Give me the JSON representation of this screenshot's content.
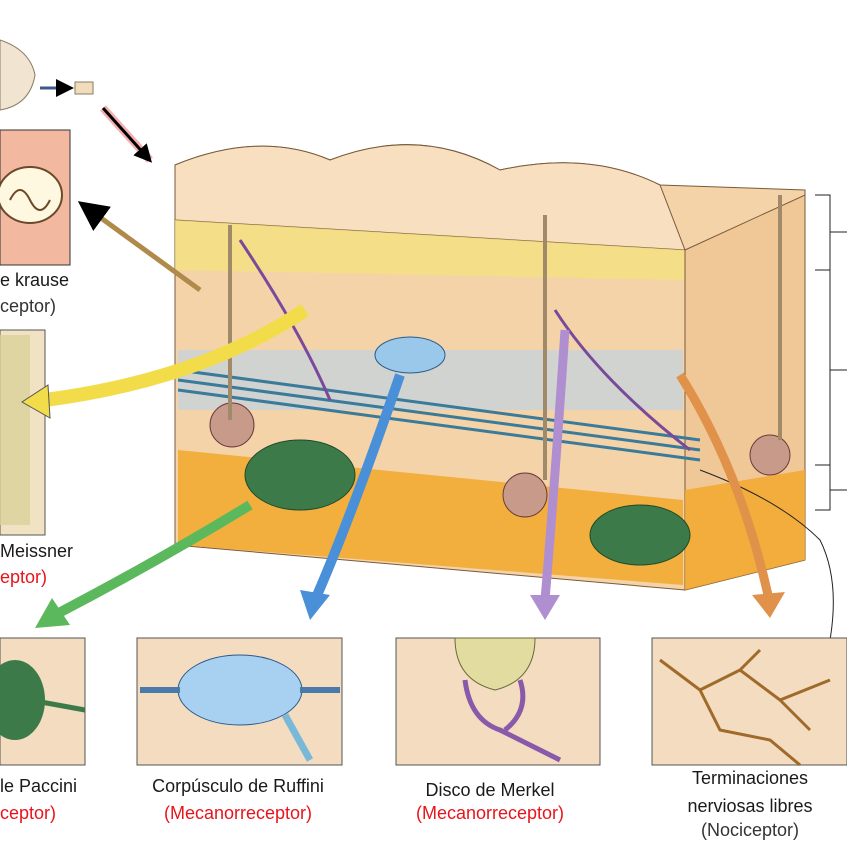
{
  "labels": {
    "krause": {
      "name": "e krause",
      "type": "ceptor)"
    },
    "meissner": {
      "name": "Meissner",
      "type": "eptor)"
    },
    "paccini": {
      "name": "le Paccini",
      "type": "ceptor)"
    },
    "ruffini": {
      "name": "Corpúsculo de Ruffini",
      "type": "(Mecanorreceptor)"
    },
    "merkel": {
      "name": "Disco de Merkel",
      "type": "(Mecanorreceptor)"
    },
    "free_endings": {
      "name_line1": "Terminaciones",
      "name_line2": "nerviosas libres",
      "type": "(Nociceptor)"
    }
  },
  "colors": {
    "mechanoreceptor_label": "#e8141c",
    "arrow_krause": "#b08a4a",
    "arrow_meissner": "#f2dc4a",
    "arrow_paccini": "#5cb85c",
    "arrow_ruffini": "#4a90d9",
    "arrow_merkel": "#b08fd0",
    "arrow_free": "#e0924a",
    "skin_surface": "#f3d2a8",
    "fat": "#f0a830"
  }
}
